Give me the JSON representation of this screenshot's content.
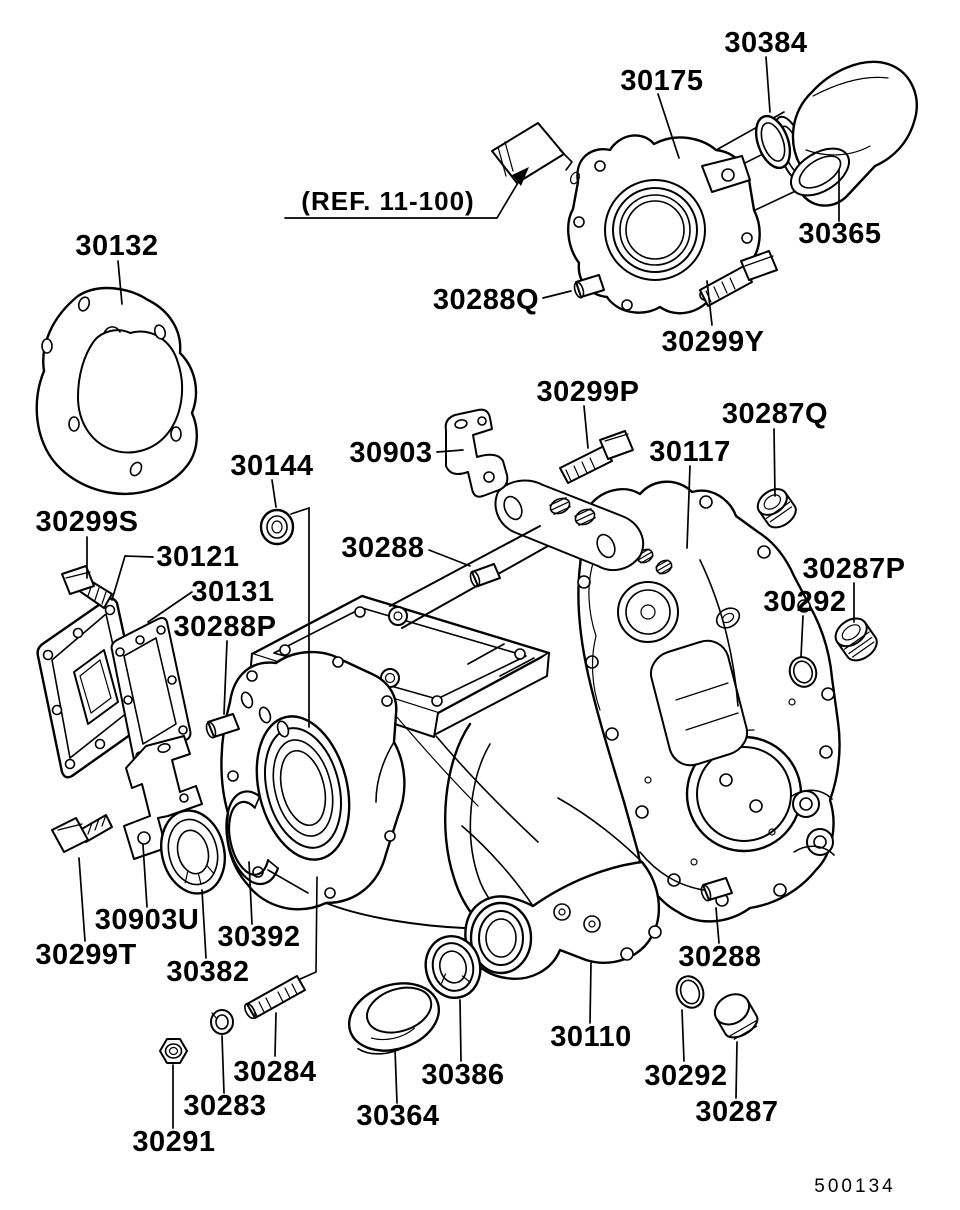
{
  "diagram": {
    "ref_note": "(REF. 11-100)",
    "drawing_number": "500134",
    "line_color": "#000000",
    "background_color": "#ffffff"
  },
  "labels": {
    "l_30384": "30384",
    "l_30175": "30175",
    "l_30365": "30365",
    "l_30288q": "30288Q",
    "l_30299y": "30299Y",
    "l_30132": "30132",
    "l_30299p": "30299P",
    "l_30287q": "30287Q",
    "l_30903": "30903",
    "l_30117": "30117",
    "l_30144": "30144",
    "l_30288_a": "30288",
    "l_30299s": "30299S",
    "l_30121": "30121",
    "l_30131": "30131",
    "l_30288p": "30288P",
    "l_30287p": "30287P",
    "l_30292_a": "30292",
    "l_30903u": "30903U",
    "l_30299t": "30299T",
    "l_30392": "30392",
    "l_30382": "30382",
    "l_30284": "30284",
    "l_30283": "30283",
    "l_30291": "30291",
    "l_30364": "30364",
    "l_30386": "30386",
    "l_30110": "30110",
    "l_30288_b": "30288",
    "l_30292_b": "30292",
    "l_30287": "30287"
  }
}
